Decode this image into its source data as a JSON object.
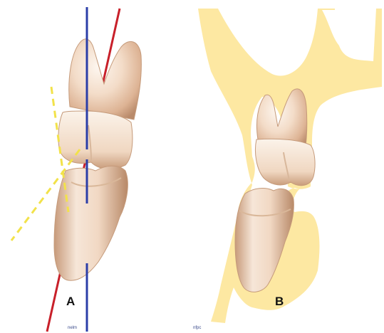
{
  "figure": {
    "panels": [
      {
        "label": "A"
      },
      {
        "label": "B"
      }
    ],
    "credits": [
      "nelm",
      "nfpc"
    ]
  },
  "colors": {
    "background": "#ffffff",
    "bone": "#fde8a2",
    "tooth_light": "#fbf0e6",
    "tooth_mid": "#e9c9ad",
    "tooth_dark": "#b98a6a",
    "axis_blue": "#2b3ea8",
    "axis_red": "#c8202a",
    "axis_dashed_yellow": "#f2e24a"
  }
}
